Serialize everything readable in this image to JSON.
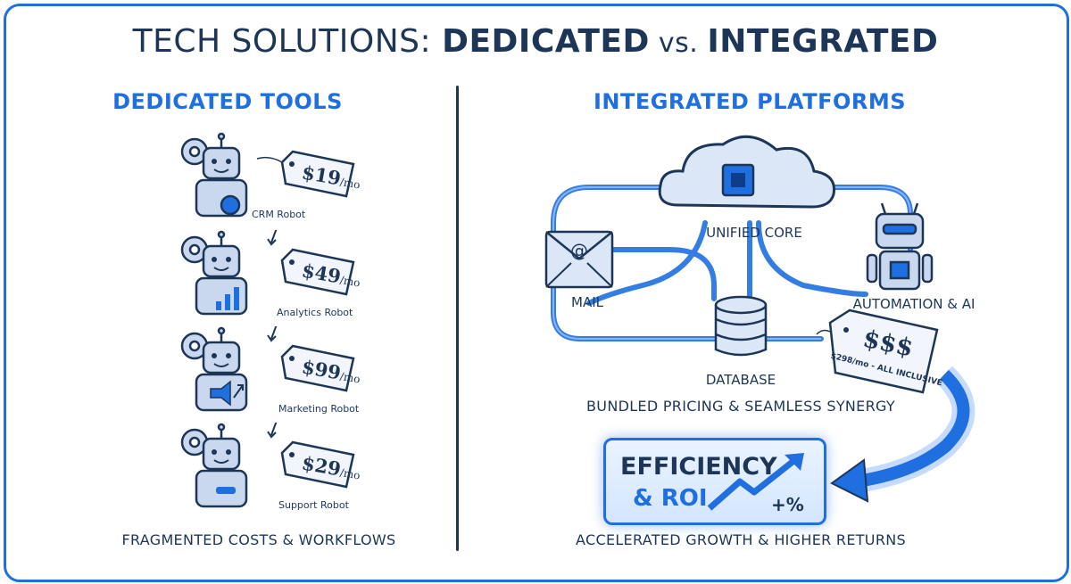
{
  "title": {
    "prefix": "TECH SOLUTIONS: ",
    "left": "DEDICATED",
    "vs": " vs. ",
    "right": "INTEGRATED"
  },
  "dedicated": {
    "heading": "DEDICATED TOOLS",
    "robots": [
      {
        "name": "CRM Robot",
        "price": "$19",
        "unit": "/mo"
      },
      {
        "name": "Analytics Robot",
        "price": "$49",
        "unit": "/mo"
      },
      {
        "name": "Marketing Robot",
        "price": "$99",
        "unit": "/mo"
      },
      {
        "name": "Support Robot",
        "price": "$29",
        "unit": "/mo"
      }
    ],
    "caption": "FRAGMENTED COSTS & WORKFLOWS"
  },
  "integrated": {
    "heading": "INTEGRATED PLATFORMS",
    "core_label": "UNIFIED CORE",
    "mail_label": "MAIL",
    "automation_label": "AUTOMATION & AI",
    "database_label": "DATABASE",
    "bundle_tag": {
      "big": "$$$",
      "small": "$298/mo - ALL INCLUSIVE"
    },
    "caption_top": "BUNDLED PRICING & SEAMLESS SYNERGY",
    "roi": {
      "line1": "EFFICIENCY",
      "line2": "& ROI",
      "pct": "+%"
    },
    "caption_bottom": "ACCELERATED GROWTH & HIGHER RETURNS"
  },
  "colors": {
    "accent": "#1f6fe0",
    "navy": "#1d3557",
    "light": "#dbe7f7"
  }
}
